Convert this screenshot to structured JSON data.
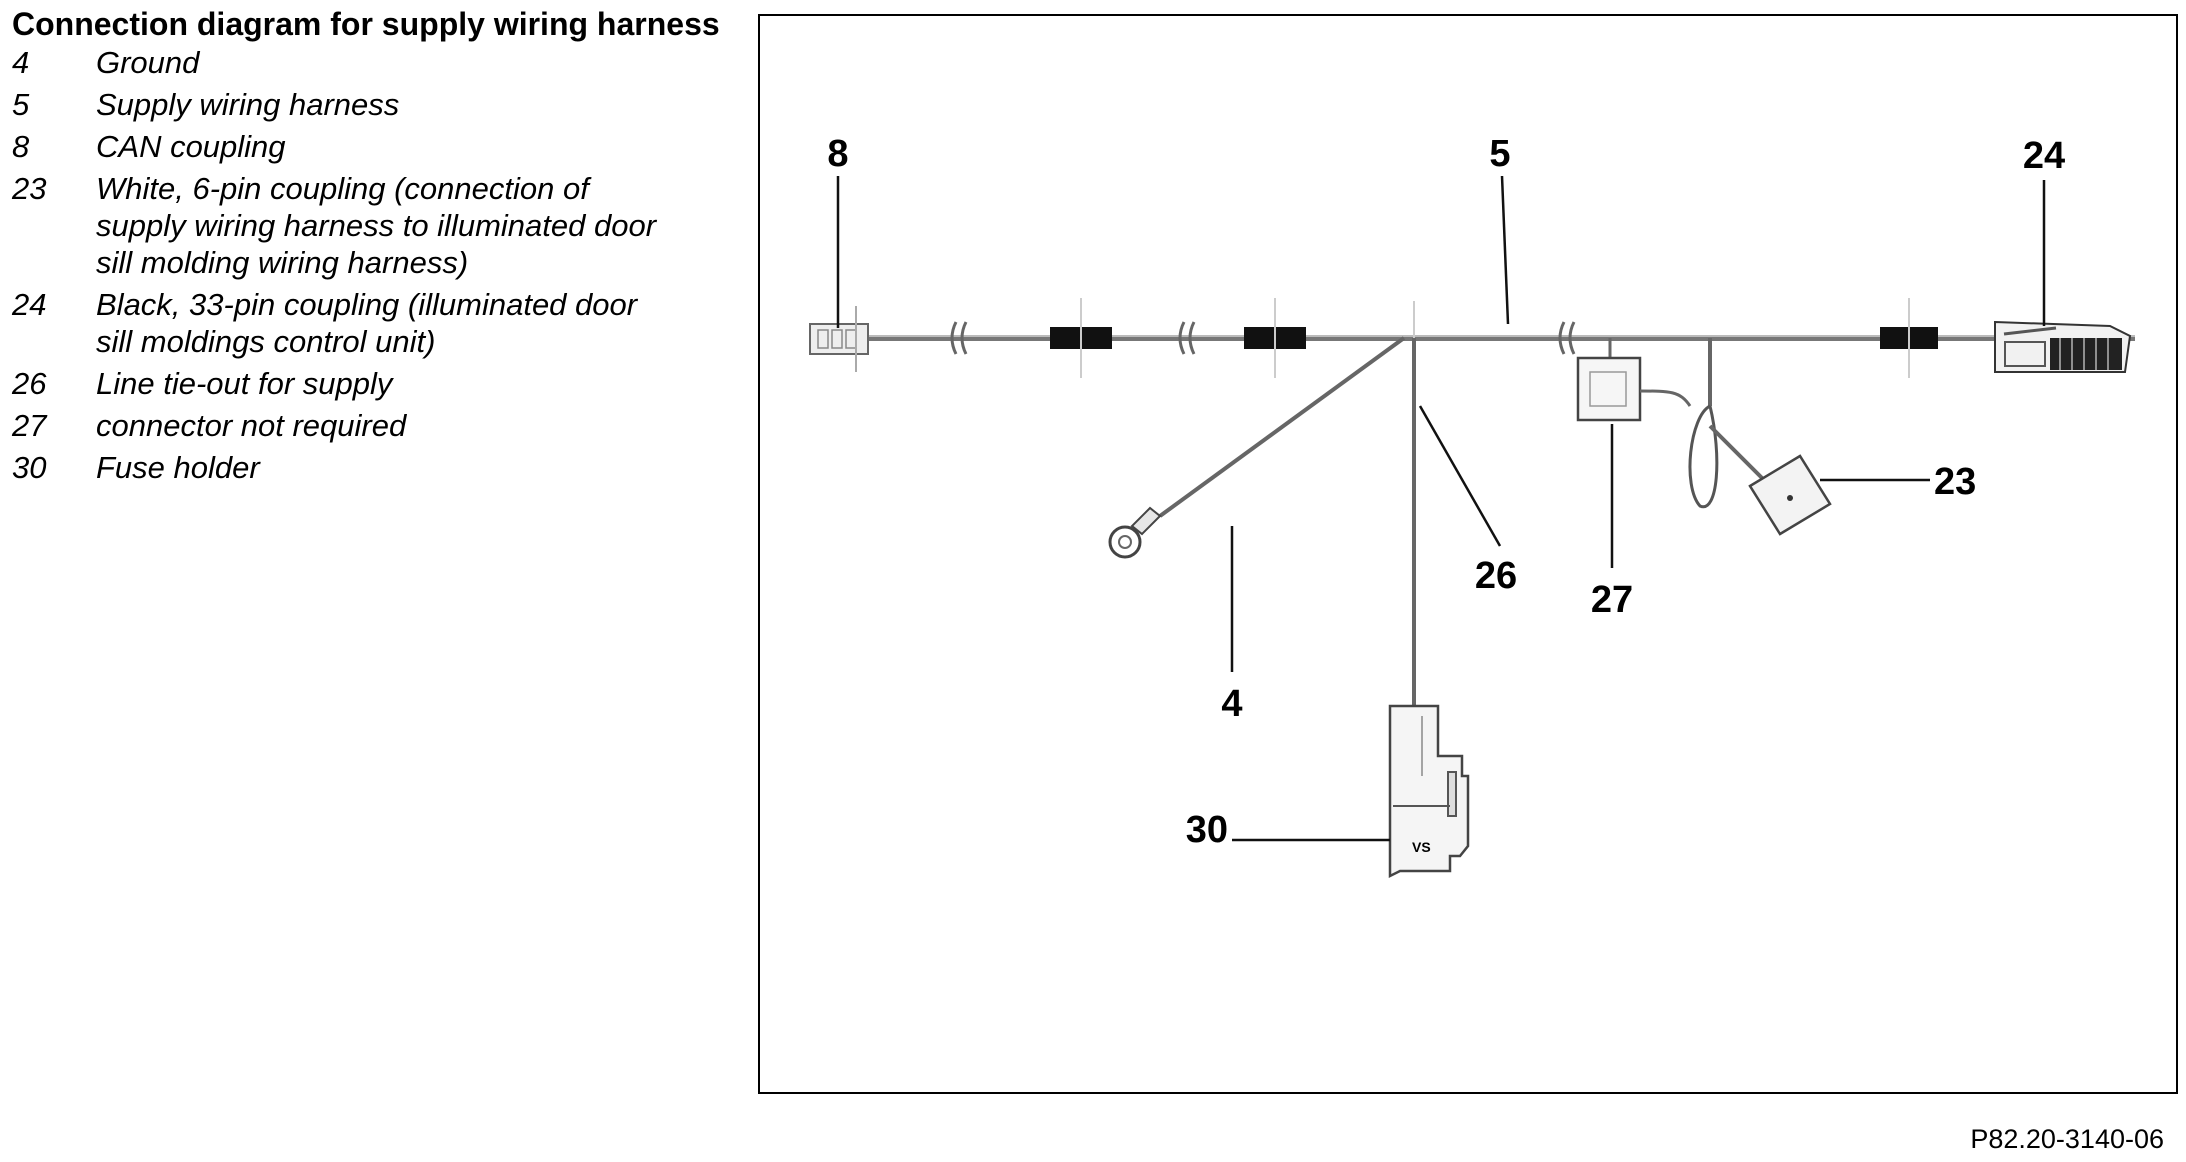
{
  "legend": {
    "title": "Connection diagram for supply wiring harness",
    "items": [
      {
        "num": "4",
        "text": "Ground"
      },
      {
        "num": "5",
        "text": "Supply wiring harness"
      },
      {
        "num": "8",
        "text": "CAN coupling"
      },
      {
        "num": "23",
        "text": "White, 6-pin coupling (connection of supply wiring harness to illuminated door sill molding wiring harness)"
      },
      {
        "num": "24",
        "text": "Black, 33-pin coupling (illuminated door sill moldings control unit)"
      },
      {
        "num": "26",
        "text": "Line tie-out for supply"
      },
      {
        "num": "27",
        "text": "connector not required"
      },
      {
        "num": "30",
        "text": "Fuse holder"
      }
    ]
  },
  "diagram": {
    "callouts": {
      "c8": "8",
      "c5": "5",
      "c24": "24",
      "c23": "23",
      "c26": "26",
      "c27": "27",
      "c4": "4",
      "c30": "30"
    },
    "fuse_marking": "VS"
  },
  "figure_id": "P82.20-3140-06"
}
